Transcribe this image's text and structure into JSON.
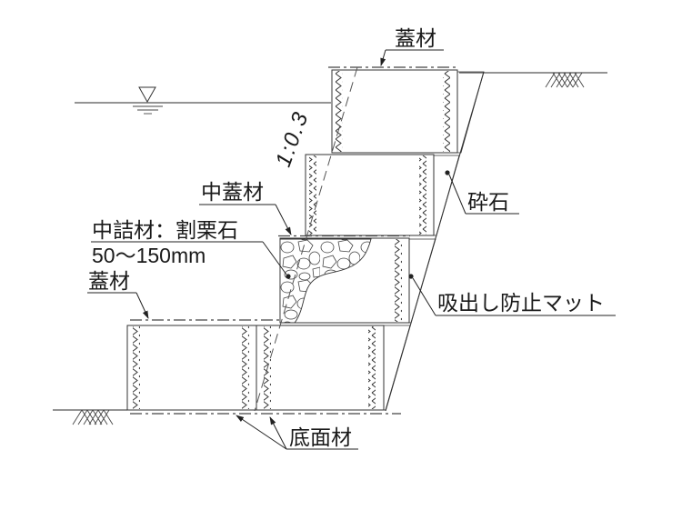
{
  "drawing": {
    "labels": {
      "top_cover": "蓋材",
      "middle_cover": "中蓋材",
      "fill_material_line1": "中詰材：割栗石",
      "fill_material_line2": "50～150mm",
      "lower_cover": "蓋材",
      "crushed_stone": "砕石",
      "suction_mat": "吸出し防止マット",
      "bottom_sheet": "底面材",
      "slope_gradient": "1:0.3"
    },
    "colors": {
      "line": "#2b2b2b",
      "mesh": "#8a8a8a",
      "stone": "#555555",
      "background": "#ffffff"
    }
  }
}
